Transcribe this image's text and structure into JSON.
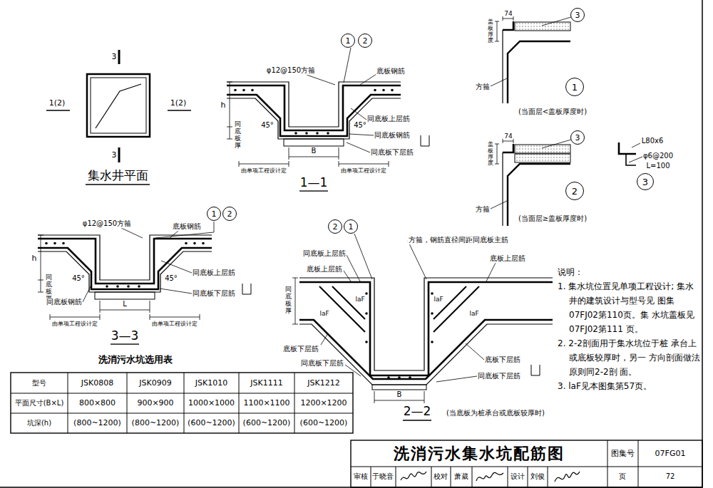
{
  "diagram": {
    "title": "洗消污水集水坑配筋图",
    "nodes": [
      {
        "text": [
          "1"
        ]
      },
      {
        "text": [
          "2"
        ]
      },
      {
        "text": [
          "3"
        ]
      },
      {
        "text": [
          "1"
        ]
      },
      {
        "text": [
          "3"
        ]
      },
      {
        "text": [
          "2"
        ]
      },
      {
        "text": [
          "3"
        ]
      },
      {
        "text": [
          "1"
        ]
      },
      {
        "text": [
          "2"
        ]
      },
      {
        "text": [
          "2"
        ]
      },
      {
        "text": [
          "1"
        ]
      }
    ],
    "labels": [
      "3",
      "3",
      "1(2)",
      "1(2)",
      "集水井平面",
      "φ12@150方箍",
      "底板钢筋",
      "h",
      "45°",
      "45°",
      "同底板上层筋",
      "同底板厚",
      "同底板钢筋",
      "同底板下层筋",
      "B",
      "由单项工程设计定",
      "由单项工程设计定",
      "1—1",
      "74",
      "盖板厚度",
      "方箍",
      "(当面层<盖板厚度时)",
      "74",
      "盖板厚度",
      "方箍",
      "(当面层≥盖板厚度时)",
      "L80x6",
      "φ6@200",
      "L=100",
      "φ12@150方箍",
      "底板钢筋",
      "h",
      "45°",
      "45°",
      "同底板上层筋",
      "同底板厚",
      "同底板下层筋",
      "同底板钢筋",
      "L",
      "由单项工程设计定",
      "由单项工程设计定",
      "3—3",
      "方箍，钢筋直径间距同底板主筋",
      "同底板上层筋",
      "底板上层筋",
      "底板上层筋",
      "同底板厚",
      "laF",
      "laF",
      "laF",
      "laF",
      "底板下层筋",
      "同底板下层筋",
      "底板下层筋",
      "同底板下层筋",
      "B",
      "2—2",
      "(当底板为桩承台或底板较厚时)",
      "说明：",
      "1. 集水坑位置见单项工程设计; 集水井的建筑设计与型号见 图集07FJ02第110页。集 水坑盖板见07FJ02第111 页。",
      "2. 2-2剖面用于集水坑位于桩 承台上或底板较厚时，另一 方向剖面做法原则同2-2剖 面。",
      "3. laF见本图集第57页。",
      "洗消污水坑选用表",
      "型号",
      "JSK0808",
      "JSK0909",
      "JSK1010",
      "JSK1111",
      "JSK1212",
      "平面尺寸(B×L)",
      "800×800",
      "900×900",
      "1000×1000",
      "1100×1100",
      "1200×1200",
      "坑深(h)",
      "(800~1200)",
      "(800~1200)",
      "(600~1200)",
      "(600~1200)",
      "(600~1200)",
      "图集号",
      "07FG01",
      "审核",
      "于晓音",
      "校对",
      "萧葳",
      "设计",
      "刘俊",
      "页",
      "72"
    ]
  }
}
